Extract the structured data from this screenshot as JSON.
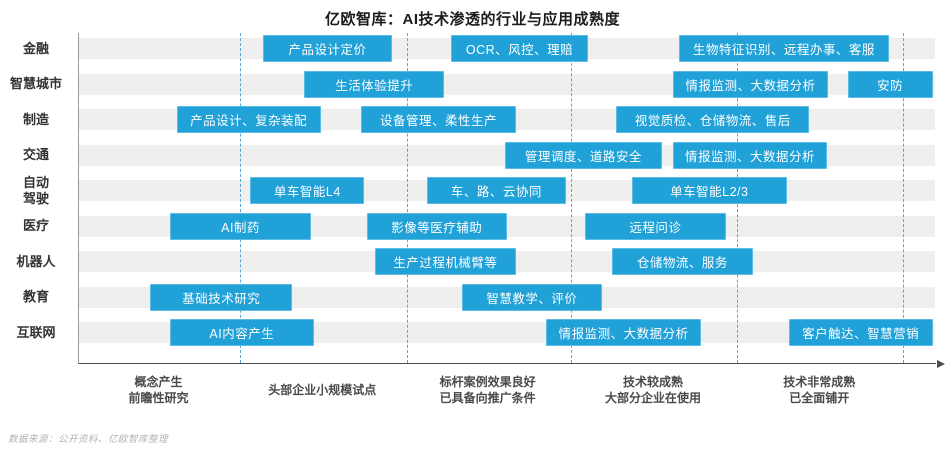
{
  "page": {
    "title": "亿欧智库：AI技术渗透的行业与应用成熟度",
    "source_note": "数据来源：公开资料、亿欧智库整理"
  },
  "colors": {
    "accent_blue": "#20a1d8",
    "track_gray": "#efefef",
    "boundary_dashed_blue": "#58a6d8",
    "axis_gray": "#4d4d4d",
    "bar_text": "#ffffff"
  },
  "chart_data": {
    "type": "bar",
    "variant": "horizontal-maturity-timeline",
    "title": "亿欧智库：AI技术渗透的行业与应用成熟度",
    "source_note": "数据来源：公开资料、亿欧智库整理",
    "legend": "none",
    "grid": "dashed vertical stage boundaries",
    "x_axis": {
      "range_pct": [
        0,
        100
      ],
      "stage_boundaries_pct": [
        18.8,
        38.3,
        57.4,
        76.8,
        96.1
      ],
      "stages": [
        {
          "center_pct": 9.4,
          "label_lines": [
            "概念产生",
            "前瞻性研究"
          ]
        },
        {
          "center_pct": 28.5,
          "label_lines": [
            "头部企业小规模试点"
          ]
        },
        {
          "center_pct": 47.8,
          "label_lines": [
            "标杆案例效果良好",
            "已具备向推广条件"
          ]
        },
        {
          "center_pct": 67.1,
          "label_lines": [
            "技术较成熟",
            "大部分企业在使用"
          ]
        },
        {
          "center_pct": 86.5,
          "label_lines": [
            "技术非常成熟",
            "已全面铺开"
          ]
        }
      ]
    },
    "rows": [
      {
        "key": "finance",
        "industry_lines": [
          "金融"
        ],
        "items": [
          {
            "label": "产品设计定价",
            "start_pct": 21.5,
            "end_pct": 36.5
          },
          {
            "label": "OCR、风控、理赔",
            "start_pct": 43.4,
            "end_pct": 59.4
          },
          {
            "label": "生物特征识别、远程办事、客服",
            "start_pct": 70.0,
            "end_pct": 94.5
          }
        ]
      },
      {
        "key": "smart-city",
        "industry_lines": [
          "智慧城市"
        ],
        "items": [
          {
            "label": "生活体验提升",
            "start_pct": 26.3,
            "end_pct": 42.6
          },
          {
            "label": "情报监测、大数据分析",
            "start_pct": 69.3,
            "end_pct": 87.4
          },
          {
            "label": "安防",
            "start_pct": 89.7,
            "end_pct": 99.6
          }
        ]
      },
      {
        "key": "manufacturing",
        "industry_lines": [
          "制造"
        ],
        "items": [
          {
            "label": "产品设计、复杂装配",
            "start_pct": 11.4,
            "end_pct": 28.2
          },
          {
            "label": "设备管理、柔性生产",
            "start_pct": 32.9,
            "end_pct": 51.0
          },
          {
            "label": "视觉质检、仓储物流、售后",
            "start_pct": 62.7,
            "end_pct": 85.2
          }
        ]
      },
      {
        "key": "transportation",
        "industry_lines": [
          "交通"
        ],
        "items": [
          {
            "label": "管理调度、道路安全",
            "start_pct": 49.7,
            "end_pct": 68.0
          },
          {
            "label": "情报监测、大数据分析",
            "start_pct": 69.3,
            "end_pct": 87.3
          }
        ]
      },
      {
        "key": "autonomous-driving",
        "industry_lines": [
          "自动",
          "驾驶"
        ],
        "items": [
          {
            "label": "单车智能L4",
            "start_pct": 20.0,
            "end_pct": 33.3
          },
          {
            "label": "车、路、云协同",
            "start_pct": 40.6,
            "end_pct": 56.8
          },
          {
            "label": "单车智能L2/3",
            "start_pct": 64.5,
            "end_pct": 82.6
          }
        ]
      },
      {
        "key": "healthcare",
        "industry_lines": [
          "医疗"
        ],
        "items": [
          {
            "label": "AI制药",
            "start_pct": 10.6,
            "end_pct": 27.1
          },
          {
            "label": "影像等医疗辅助",
            "start_pct": 33.6,
            "end_pct": 49.9
          },
          {
            "label": "远程问诊",
            "start_pct": 59.0,
            "end_pct": 75.5
          }
        ]
      },
      {
        "key": "robotics",
        "industry_lines": [
          "机器人"
        ],
        "items": [
          {
            "label": "生产过程机械臂等",
            "start_pct": 34.5,
            "end_pct": 51.0
          },
          {
            "label": "仓储物流、服务",
            "start_pct": 62.2,
            "end_pct": 78.6
          }
        ]
      },
      {
        "key": "education",
        "industry_lines": [
          "教育"
        ],
        "items": [
          {
            "label": "基础技术研究",
            "start_pct": 8.3,
            "end_pct": 24.9
          },
          {
            "label": "智慧教学、评价",
            "start_pct": 44.7,
            "end_pct": 61.0
          }
        ]
      },
      {
        "key": "internet",
        "industry_lines": [
          "互联网"
        ],
        "items": [
          {
            "label": "AI内容产生",
            "start_pct": 10.6,
            "end_pct": 27.4
          },
          {
            "label": "情报监测、大数据分析",
            "start_pct": 54.5,
            "end_pct": 72.6
          },
          {
            "label": "客户触达、智慧营销",
            "start_pct": 82.8,
            "end_pct": 99.6
          }
        ]
      }
    ]
  }
}
